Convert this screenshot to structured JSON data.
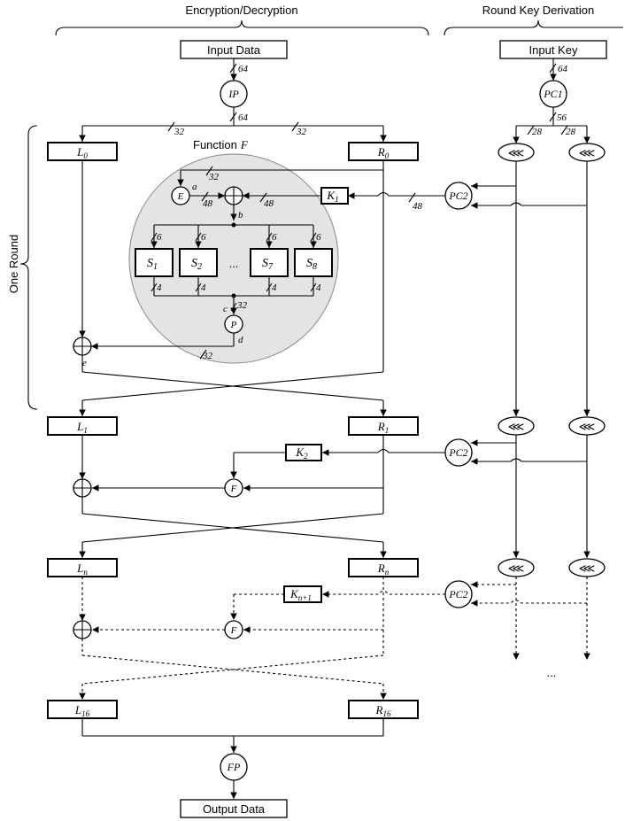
{
  "headers": {
    "enc_dec": "Encryption/Decryption",
    "round_key": "Round Key Derivation",
    "one_round": "One Round",
    "function_f": "Function",
    "function_f_var": "F"
  },
  "io": {
    "input_data": "Input Data",
    "input_key": "Input Key",
    "output_data": "Output Data"
  },
  "operators": {
    "ip": "IP",
    "pc1": "PC1",
    "pc2": "PC2",
    "fp": "FP",
    "e": "E",
    "p": "P",
    "f": "F",
    "shift": "⋘"
  },
  "halves": {
    "l0": {
      "base": "L",
      "sub": "0"
    },
    "r0": {
      "base": "R",
      "sub": "0"
    },
    "l1": {
      "base": "L",
      "sub": "1"
    },
    "r1": {
      "base": "R",
      "sub": "1"
    },
    "ln": {
      "base": "L",
      "sub": "n"
    },
    "rn": {
      "base": "R",
      "sub": "n"
    },
    "l16": {
      "base": "L",
      "sub": "16"
    },
    "r16": {
      "base": "R",
      "sub": "16"
    }
  },
  "keys": {
    "k1": {
      "base": "K",
      "sub": "1"
    },
    "k2": {
      "base": "K",
      "sub": "2"
    },
    "kn1": {
      "base": "K",
      "sub": "n+1"
    }
  },
  "sboxes": [
    {
      "base": "S",
      "sub": "1"
    },
    {
      "base": "S",
      "sub": "2"
    },
    {
      "base": "S",
      "sub": "7"
    },
    {
      "base": "S",
      "sub": "8"
    }
  ],
  "sbox_gap": "...",
  "continuation": "...",
  "bit_widths": {
    "input": "64",
    "ip_out": "64",
    "half_left": "32",
    "half_right": "32",
    "key_in": "64",
    "pc1_out": "56",
    "c_left": "28",
    "d_right": "28",
    "e_in": "32",
    "e_out": "48",
    "k_in": "48",
    "pc2_out": "48",
    "s_in": [
      "6",
      "6",
      "6",
      "6"
    ],
    "s_out": [
      "4",
      "4",
      "4",
      "4"
    ],
    "p_in": "32",
    "f_out": "32"
  },
  "points": {
    "a": "a",
    "b": "b",
    "c": "c",
    "d": "d",
    "e": "e"
  }
}
